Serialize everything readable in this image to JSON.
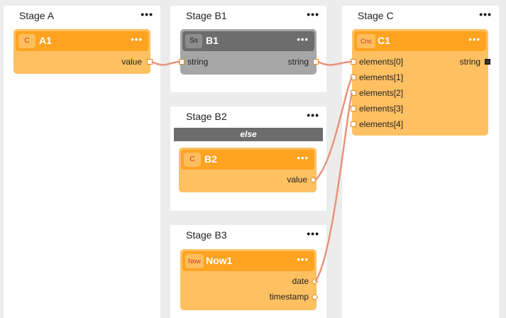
{
  "colors": {
    "node_body": "#ffc062",
    "node_header": "#ffa321",
    "gray_body": "#a6a6a6",
    "gray_header": "#6d6d6d",
    "wire": "#e8937a"
  },
  "stages": {
    "a": {
      "title": "Stage A",
      "menu": "•••"
    },
    "b1": {
      "title": "Stage B1",
      "menu": "•••"
    },
    "b2": {
      "title": "Stage B2",
      "menu": "•••",
      "condition": "else"
    },
    "b3": {
      "title": "Stage B3",
      "menu": "•••"
    },
    "c": {
      "title": "Stage C",
      "menu": "•••"
    }
  },
  "nodes": {
    "a1": {
      "badge": "C",
      "name": "A1",
      "menu": "•••",
      "outputs": [
        "value"
      ]
    },
    "b1": {
      "badge": "Ss",
      "name": "B1",
      "menu": "•••",
      "inputs": [
        "string"
      ],
      "outputs": [
        "string"
      ]
    },
    "b2": {
      "badge": "C",
      "name": "B2",
      "menu": "•••",
      "outputs": [
        "value"
      ]
    },
    "now1": {
      "badge": "Now",
      "name": "Now1",
      "menu": "•••",
      "outputs": [
        "date",
        "timestamp"
      ]
    },
    "c1": {
      "badge": "Cnc",
      "name": "C1",
      "menu": "•••",
      "inputs": [
        "elements[0]",
        "elements[1]",
        "elements[2]",
        "elements[3]",
        "elements[4]"
      ],
      "outputs": [
        "string"
      ]
    }
  }
}
